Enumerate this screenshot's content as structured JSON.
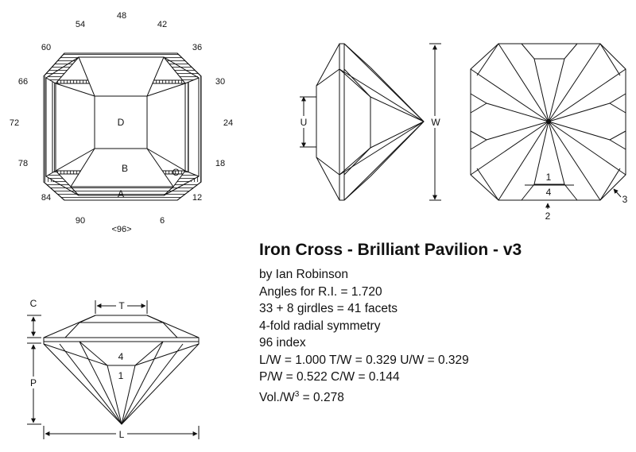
{
  "title": "Iron Cross - Brilliant Pavilion - v3",
  "info_lines": [
    "by Ian Robinson",
    "Angles for R.I. = 1.720",
    "33 + 8 girdles = 41 facets",
    "4-fold radial symmetry",
    "96 index",
    "L/W = 1.000  T/W = 0.329  U/W = 0.329",
    "P/W = 0.522  C/W = 0.144"
  ],
  "volume": {
    "prefix": "Vol./W",
    "sup": "3",
    "suffix": " = 0.278"
  },
  "index_labels": [
    "48",
    "54",
    "42",
    "60",
    "36",
    "66",
    "30",
    "72",
    "24",
    "78",
    "18",
    "84",
    "12",
    "90",
    "6"
  ],
  "index_footer": "<96>",
  "crown_facets": {
    "table": "D",
    "main": "B",
    "corner": "C",
    "girdle": "A"
  },
  "side_view": {
    "u_label": "U",
    "w_label": "W"
  },
  "pavilion_view": {
    "facet_1": "1",
    "facet_4": "4",
    "pointer_2": "2",
    "pointer_3": "3"
  },
  "profile_view": {
    "t_label": "T",
    "c_label": "C",
    "p_label": "P",
    "l_label": "L",
    "facet_4": "4",
    "facet_1": "1"
  }
}
